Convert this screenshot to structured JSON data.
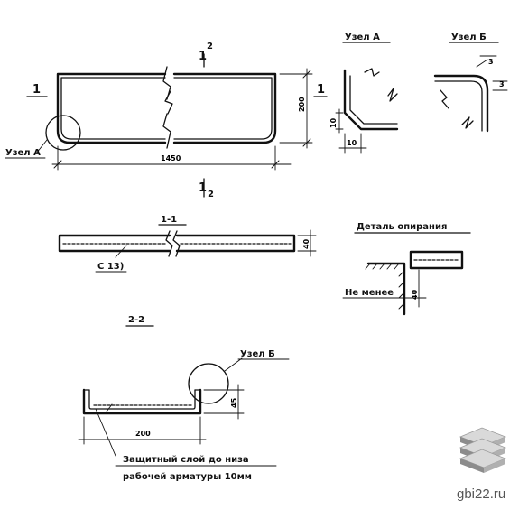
{
  "views": {
    "plan": {
      "cut_top": "1",
      "cut_top_sup": "2",
      "cut_bottom": "1",
      "cut_bottom_sub": "2",
      "side_mark": "1",
      "length": "1450",
      "height": "200",
      "node_callout": "Узел А"
    },
    "section_1_1": {
      "title": "1-1",
      "height": "40",
      "bar_label": "С 13)"
    },
    "section_2_2": {
      "title": "2-2",
      "width": "200",
      "depth": "45",
      "node_callout": "Узел Б",
      "note_line1": "Защитный слой до низа",
      "note_line2": "рабочей арматуры 10мм"
    }
  },
  "details": {
    "node_a": {
      "title": "Узел А",
      "dim_vertical": "10",
      "dim_horizontal": "10"
    },
    "node_b": {
      "title": "Узел Б",
      "dim_top": "3",
      "dim_side": "3"
    },
    "support": {
      "title": "Деталь опирания",
      "min_label": "Не менее",
      "min_value": "40"
    }
  },
  "watermark": {
    "text": "gbi22.ru",
    "icon": "stacked-slabs-logo-icon"
  },
  "colors": {
    "ink": "#111111",
    "watermark": "#555555",
    "logo_light": "#d9d9d9",
    "logo_dark": "#8c8c8c"
  }
}
